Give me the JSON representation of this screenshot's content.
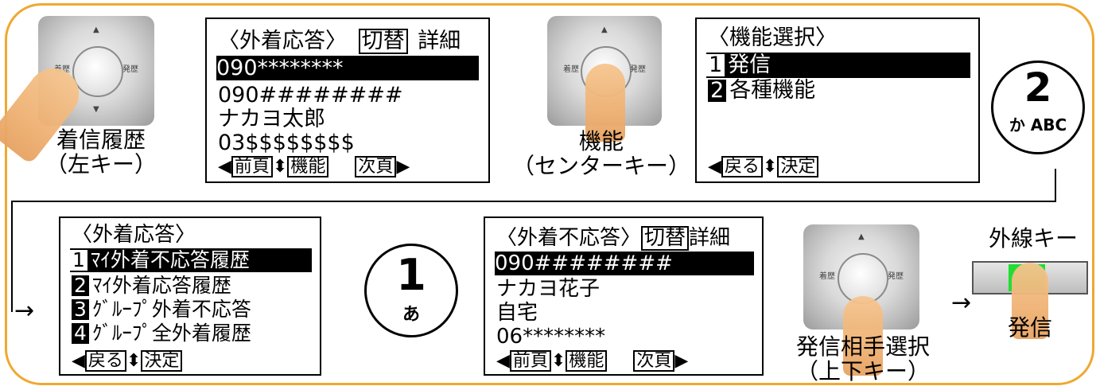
{
  "step1": {
    "key_label": "着信履歴",
    "key_sub": "（左キー）",
    "dpad_left": "着歴",
    "dpad_right": "発歴"
  },
  "screen1": {
    "title": "〈外着応答〉",
    "switch": "切替",
    "detail": "詳細",
    "line1": "090********",
    "line2": "090########",
    "line3": "ナカヨ太郎",
    "line4": "03$$$$$$$$",
    "prev": "前頁",
    "func": "機能",
    "next": "次頁"
  },
  "step2": {
    "key_label": "機能",
    "key_sub": "（センターキー）",
    "dpad_left": "着歴",
    "dpad_right": "発歴"
  },
  "screen2": {
    "title": "〈機能選択〉",
    "item1_num": "1",
    "item1": "発信",
    "item2_num": "2",
    "item2": "各種機能",
    "back": "戻る",
    "ok": "決定"
  },
  "key2": {
    "digit": "2",
    "kana": "か",
    "letters": "ABC"
  },
  "screen3": {
    "title": "〈外着応答〉",
    "items": [
      {
        "num": "1",
        "text": "ﾏｲ外着不応答履歴"
      },
      {
        "num": "2",
        "text": "ﾏｲ外着応答履歴"
      },
      {
        "num": "3",
        "text": "ｸﾞﾙｰﾌﾟ外着不応答"
      },
      {
        "num": "4",
        "text": "ｸﾞﾙｰﾌﾟ全外着履歴"
      }
    ],
    "back": "戻る",
    "ok": "決定"
  },
  "key1": {
    "digit": "1",
    "kana": "あ"
  },
  "screen4": {
    "title": "〈外着不応答〉",
    "switch": "切替",
    "detail": "詳細",
    "line1": "090########",
    "line2": "ナカヨ花子",
    "line3": "自宅",
    "line4": "06********",
    "prev": "前頁",
    "func": "機能",
    "next": "次頁"
  },
  "step3": {
    "key_label": "発信相手選択",
    "key_sub": "（上下キー）",
    "dpad_left": "着歴",
    "dpad_right": "発歴"
  },
  "step4": {
    "title": "外線キー",
    "action": "発信",
    "arrow": "→"
  },
  "colors": {
    "frame": "#f0a830",
    "finger": "#efb274",
    "line_key": "#22dd33"
  }
}
